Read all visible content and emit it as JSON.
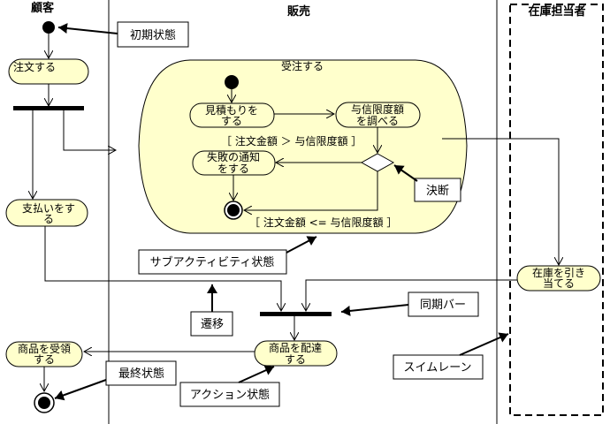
{
  "lanes": {
    "customer": "顧客",
    "sales": "販売",
    "inventory": "在庫担当者"
  },
  "actions": {
    "order": "注文する",
    "pay_line1": "支払いをす",
    "pay_line2": "る",
    "receive_line1": "商品を受領",
    "receive_line2": "する",
    "deliver_line1": "商品を配達",
    "deliver_line2": "する",
    "allocate_line1": "在庫を引き",
    "allocate_line2": "当てる",
    "estimate_line1": "見積もりを",
    "estimate_line2": "する",
    "check_line1": "与信限度額",
    "check_line2": "を調べる",
    "notify_line1": "失敗の通知",
    "notify_line2": "をする"
  },
  "subactivity": {
    "title": "受注する"
  },
  "guards": {
    "over": "［ 注文金額 ＞ 与信限度額 ］",
    "within": "［ 注文金額 <= 与信限度額 ］"
  },
  "callouts": {
    "initial_state": "初期状態",
    "decision": "決断",
    "subactivity_state": "サブアクティビティ状態",
    "transition": "遷移",
    "sync_bar": "同期バー",
    "final_state": "最終状態",
    "action_state": "アクション状態",
    "swimlane": "スイムレーン"
  },
  "colors": {
    "node_fill": "#ffffcc",
    "line": "#000000",
    "background": "#ffffff"
  }
}
